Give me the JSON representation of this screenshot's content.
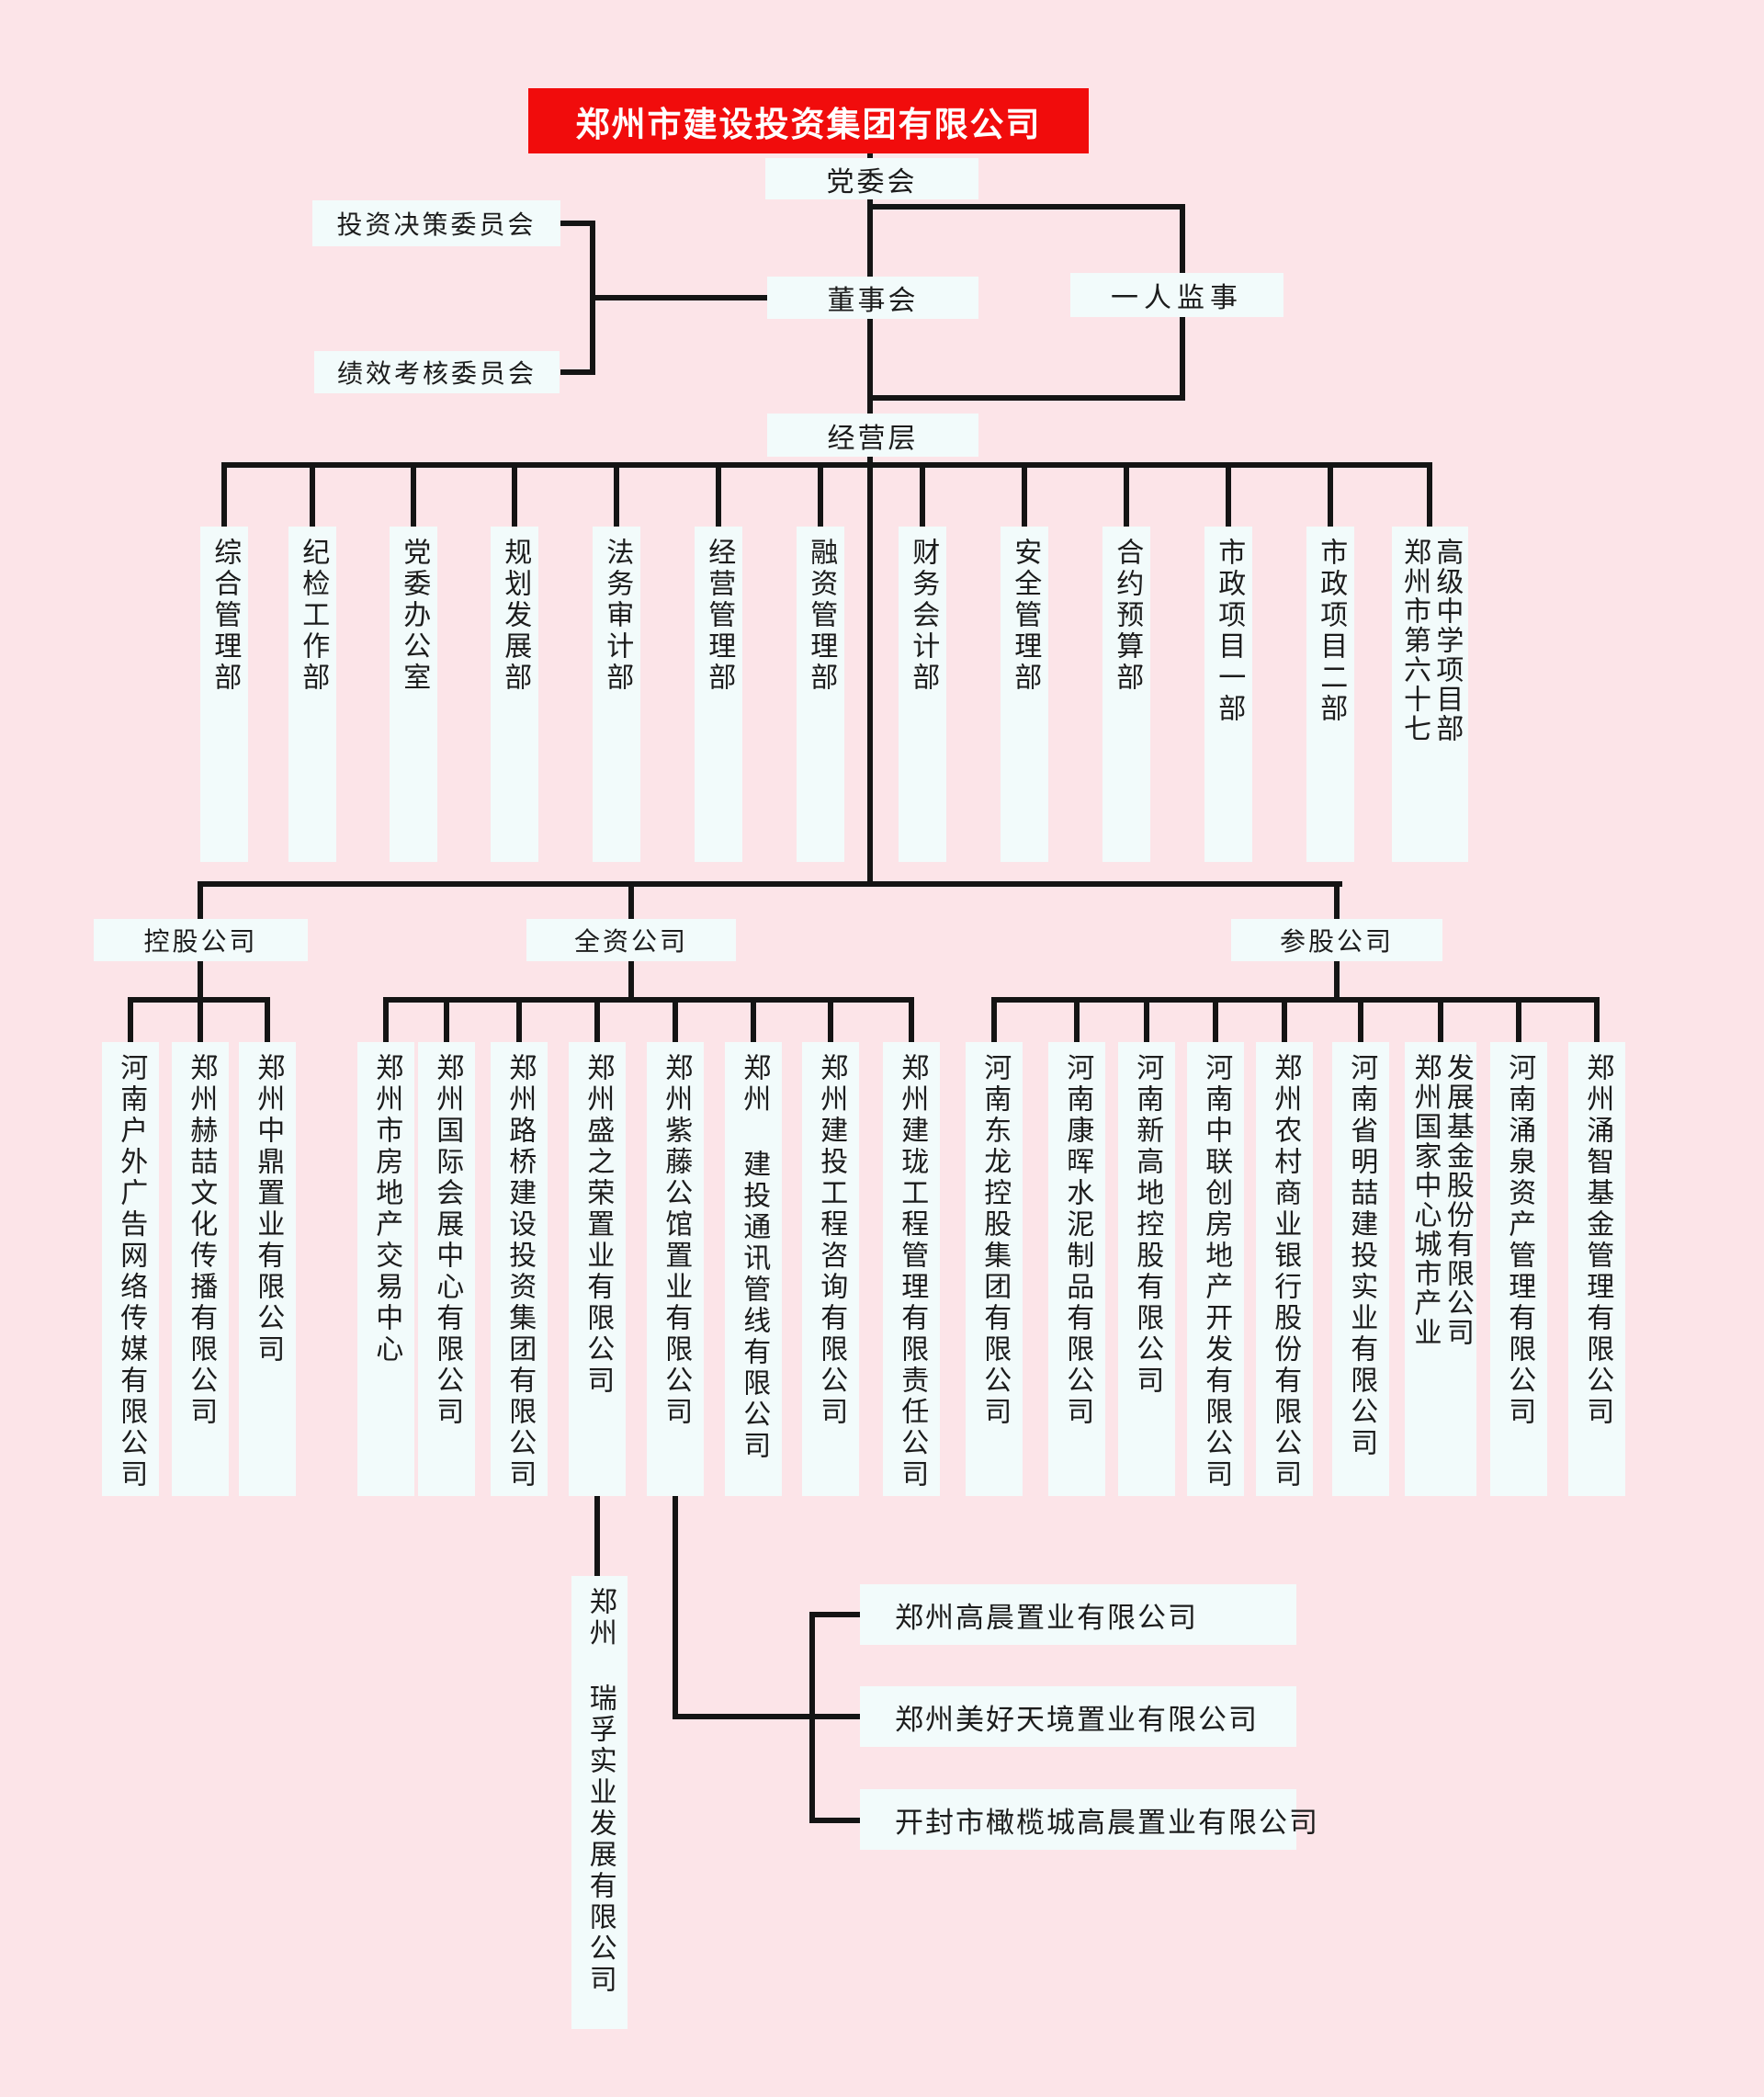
{
  "colors": {
    "background": "#fce4e8",
    "box_fill": "#f2fbfb",
    "banner_red": "#f10c0c",
    "banner_text": "#ffffff",
    "line": "#141414",
    "text": "#1c1c1c"
  },
  "root": {
    "name": "郑州市建设投资集团有限公司"
  },
  "governance": {
    "party_committee": "党委会",
    "investment_committee": "投资决策委员会",
    "board": "董事会",
    "supervisor": "一人监事",
    "performance_committee": "绩效考核委员会",
    "management": "经营层"
  },
  "departments": [
    "综合管理部",
    "纪检工作部",
    "党委办公室",
    "规划发展部",
    "法务审计部",
    "经营管理部",
    "融资管理部",
    "财务会计部",
    "安全管理部",
    "合约预算部",
    "市政项目一部",
    "市政项目二部"
  ],
  "school_department": {
    "name": "郑州市第六十七高级中学项目部",
    "cols": [
      "郑州市第六十七",
      "高级中学项目部"
    ]
  },
  "groups": [
    {
      "label": "控股公司",
      "companies": [
        "河南户外广告网络传媒有限公司",
        "郑州赫喆文化传播有限公司",
        "郑州中鼎置业有限公司"
      ]
    },
    {
      "label": "全资公司",
      "companies": [
        "郑州市房地产交易中心",
        "郑州国际会展中心有限公司",
        "郑州路桥建设投资集团有限公司",
        "郑州盛之荣置业有限公司",
        "郑州紫藤公馆置业有限公司",
        "郑州 建投通讯管线有限公司",
        "郑州建投工程咨询有限公司",
        "郑州建珑工程管理有限责任公司"
      ]
    },
    {
      "label": "参股公司",
      "companies": [
        "河南东龙控股集团有限公司",
        "河南康晖水泥制品有限公司",
        "河南新高地控股有限公司",
        "河南中联创房地产开发有限公司",
        "郑州农村商业银行股份有限公司",
        "河南省明喆建投实业有限公司",
        {
          "name": "郑州国家中心城市产业发展基金股份有限公司",
          "cols": [
            "郑州国家中心城市产业",
            "发展基金股份有限公司"
          ]
        },
        "河南涌泉资产管理有限公司",
        "郑州涌智基金管理有限公司"
      ]
    }
  ],
  "subsidiaries": {
    "of_shengzhirong": [
      "郑州 瑞孚实业发展有限公司"
    ],
    "of_ziteng": [
      "郑州高晨置业有限公司",
      "郑州美好天境置业有限公司",
      "开封市橄榄城高晨置业有限公司"
    ]
  }
}
